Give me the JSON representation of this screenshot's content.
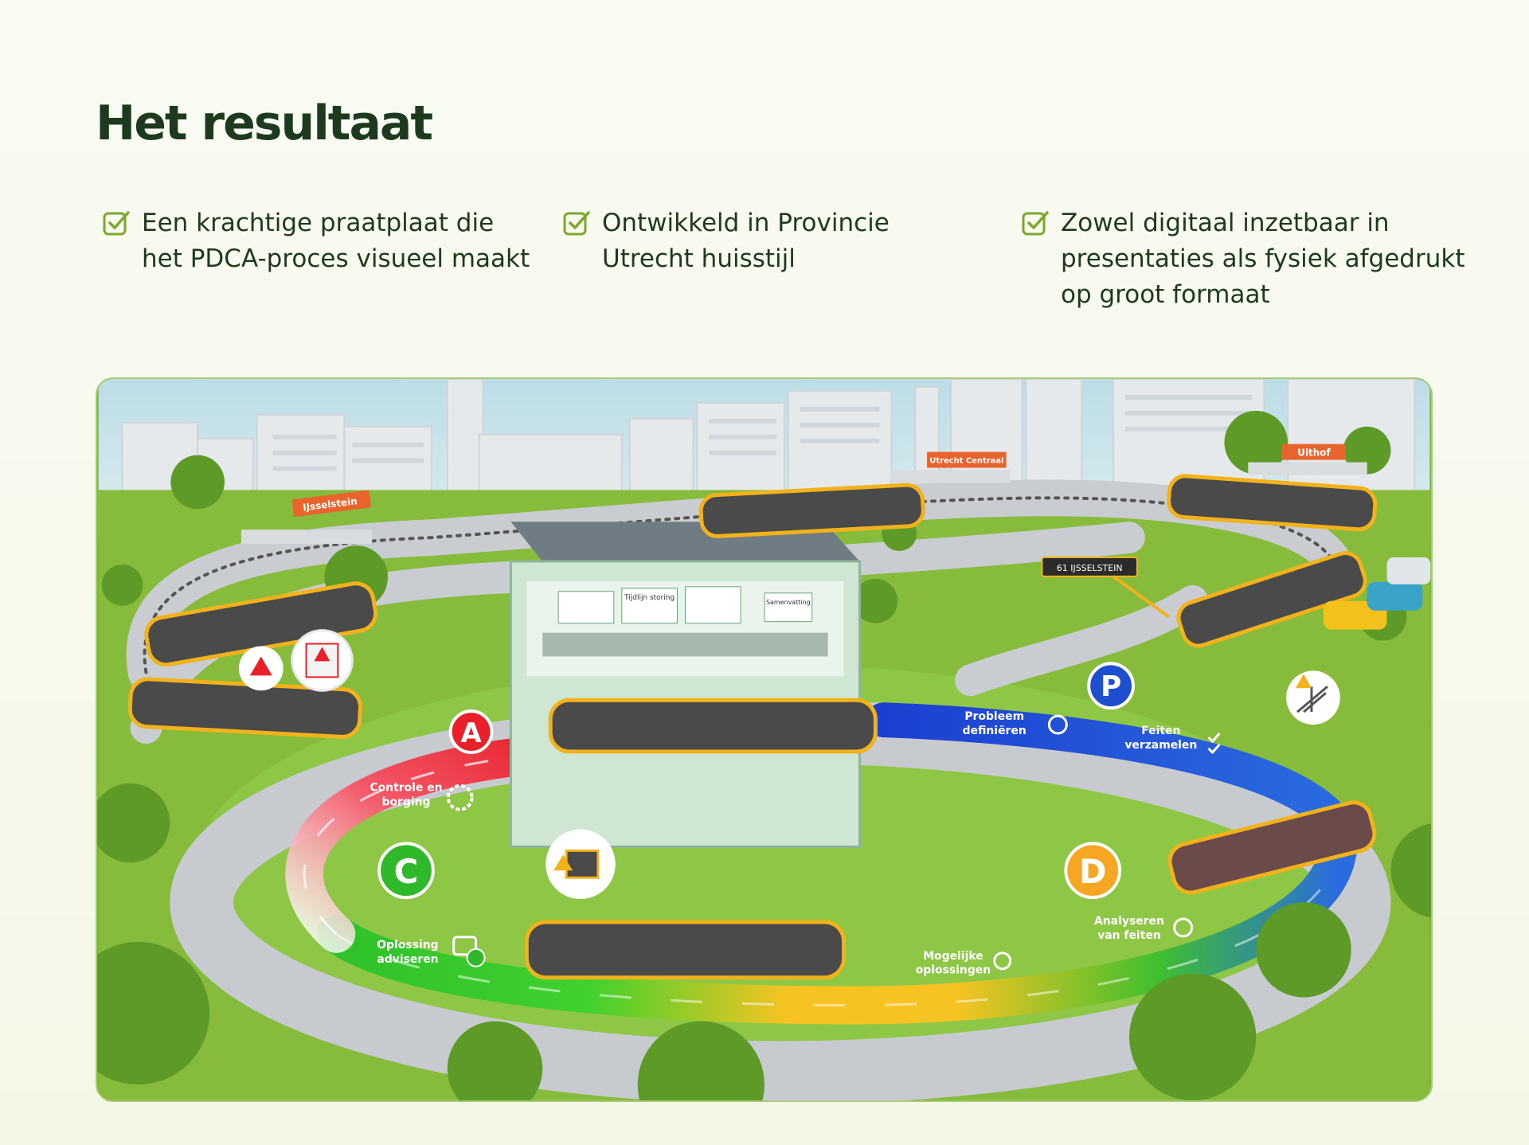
{
  "title": "Het resultaat",
  "features": [
    {
      "icon": "checkbox-checked-icon",
      "text": "Een krachtige praatplaat die het PDCA-proces visueel maakt"
    },
    {
      "icon": "checkbox-checked-icon",
      "text": "Ontwikkeld in Provincie Utrecht huisstijl"
    },
    {
      "icon": "checkbox-checked-icon",
      "text": "Zowel digitaal inzetbaar in presentaties als fysiek afgedrukt op groot formaat"
    }
  ],
  "illustration": {
    "stations": {
      "ijsselstein": "IJsselstein",
      "utrecht_centraal": "Utrecht Centraal",
      "uithof": "Uithof"
    },
    "tram_sign": "61 IJSSELSTEIN",
    "phases": {
      "p": "P",
      "d": "D",
      "c": "C",
      "a": "A"
    },
    "steps": {
      "probleem_1": "Probleem",
      "probleem_2": "definiëren",
      "feiten_1": "Feiten",
      "feiten_2": "verzamelen",
      "analyseren_1": "Analyseren",
      "analyseren_2": "van feiten",
      "mogelijke_1": "Mogelijke",
      "mogelijke_2": "oplossingen",
      "oplossing_1": "Oplossing",
      "oplossing_2": "adviseren",
      "controle_1": "Controle en",
      "controle_2": "borging"
    },
    "room_boards": {
      "board_1": "Tijdlijn storing",
      "board_2": "Samenvatting"
    },
    "colors": {
      "plan": "#1f4fd1",
      "do": "#f5a623",
      "check": "#2fb82a",
      "act": "#e8202a",
      "grass": "#7fb43a",
      "tram_yellow": "#f2b21b",
      "station_sign": "#e8642c"
    }
  }
}
